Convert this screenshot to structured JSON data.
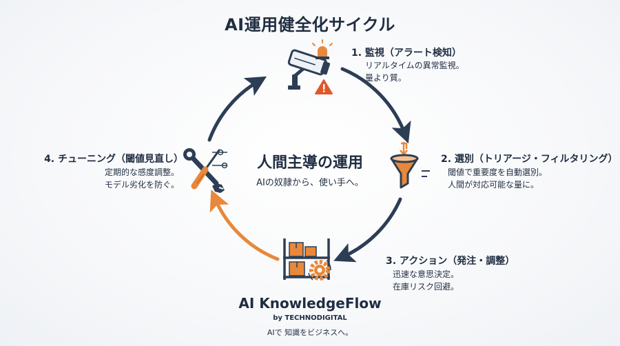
{
  "title": "AI運用健全化サイクル",
  "center": {
    "title": "人間主導の運用",
    "subtitle": "AIの奴隷から、使い手へ。"
  },
  "steps": [
    {
      "title": "1. 監視（アラート検知）",
      "lines": [
        "リアルタイムの異常監視。",
        "量より質。"
      ],
      "icon": "security-camera-icon"
    },
    {
      "title": "2. 選別（トリアージ・フィルタリング）",
      "lines": [
        "閾値で重要度を自動選別。",
        "人間が対応可能な量に。"
      ],
      "icon": "funnel-icon"
    },
    {
      "title": "3. アクション（発注・調整）",
      "lines": [
        "迅速な意思決定。",
        "在庫リスク回避。"
      ],
      "icon": "inventory-shelf-icon"
    },
    {
      "title": "4. チューニング（閾値見直し）",
      "lines": [
        "定期的な感度調整。",
        "モデル劣化を防ぐ。"
      ],
      "icon": "tools-icon"
    }
  ],
  "brand": {
    "name": "AI KnowledgeFlow",
    "by": "by TECHNODIGITAL",
    "tagline": "AIで 知識をビジネスへ。"
  },
  "colors": {
    "navy": "#2c3e55",
    "orange": "#e8883a",
    "alert_red": "#e2562b",
    "text": "#1f2d40"
  }
}
